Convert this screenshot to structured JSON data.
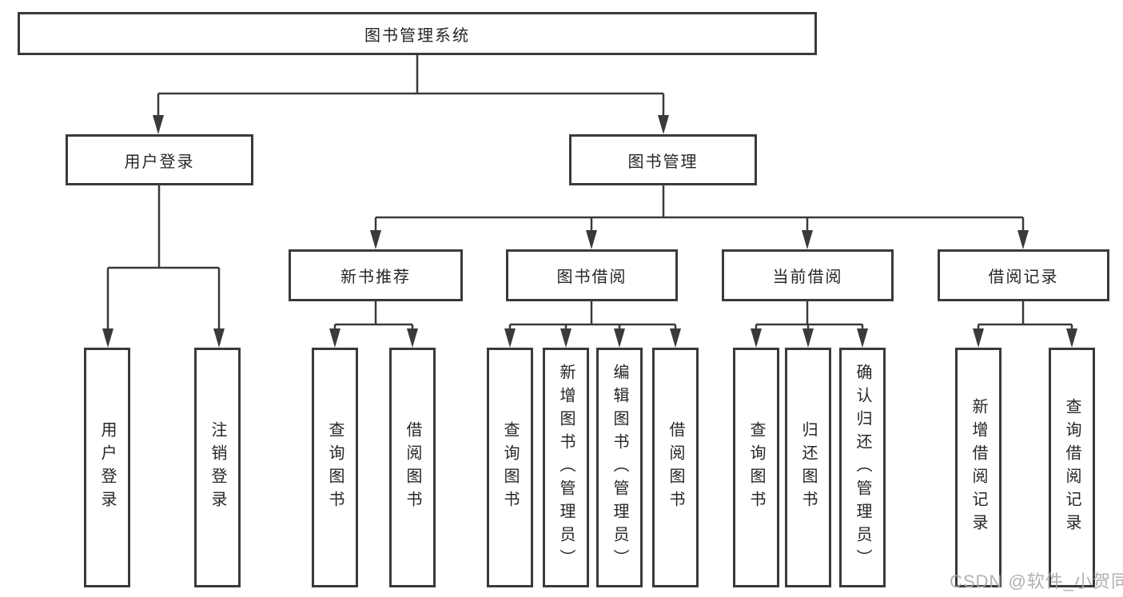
{
  "diagram": {
    "root": {
      "label": "图书管理系统"
    },
    "level2": {
      "user_login": {
        "label": "用户登录"
      },
      "book_management": {
        "label": "图书管理"
      }
    },
    "level3": {
      "new_book_recommend": {
        "label": "新书推荐"
      },
      "book_borrow": {
        "label": "图书借阅"
      },
      "current_borrow": {
        "label": "当前借阅"
      },
      "borrow_record": {
        "label": "借阅记录"
      }
    },
    "leaves": {
      "user_login": {
        "label": "用户登录"
      },
      "logout": {
        "label": "注销登录"
      },
      "newbook_query": {
        "label": "查询图书"
      },
      "newbook_borrow": {
        "label": "借阅图书"
      },
      "borrow_query": {
        "label": "查询图书"
      },
      "borrow_add": {
        "label": "新增图书（管理员）"
      },
      "borrow_edit": {
        "label": "编辑图书（管理员）"
      },
      "borrow_borrow": {
        "label": "借阅图书"
      },
      "current_query": {
        "label": "查询图书"
      },
      "current_return": {
        "label": "归还图书"
      },
      "current_confirm": {
        "label": "确认归还（管理员）"
      },
      "record_add": {
        "label": "新增借阅记录"
      },
      "record_query": {
        "label": "查询借阅记录"
      }
    }
  },
  "watermark": "CSDN @软件_小贺同学",
  "colors": {
    "line": "#3a3a3a",
    "text": "#262626",
    "background": "#ffffff",
    "watermark": "#a8a8a8"
  }
}
